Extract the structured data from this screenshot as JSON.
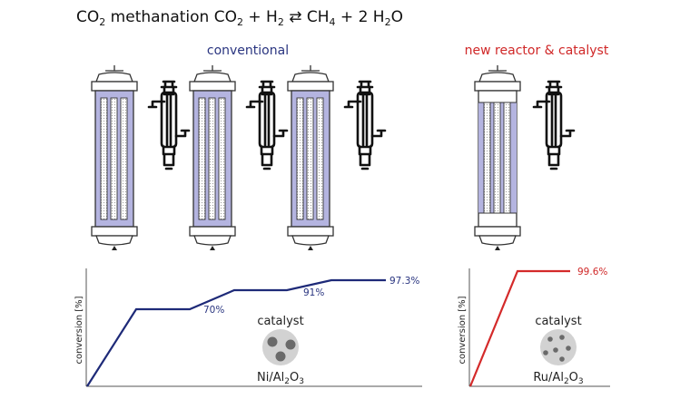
{
  "title": {
    "prefix": "CO",
    "sub1": "2",
    "mid1": " methanation CO",
    "sub2": "2",
    "mid2": " + H",
    "sub3": "2",
    "arrow": " ⇄ ",
    "mid3": "CH",
    "sub4": "4",
    "suffix": " + 2 H",
    "sub5": "2",
    "end": "O"
  },
  "sections": {
    "conventional": {
      "label": "conventional",
      "color": "#2a3580"
    },
    "new": {
      "label": "new reactor & catalyst",
      "color": "#d02828"
    }
  },
  "colors": {
    "catalyst_bed": "#b4b4e0",
    "line_conventional": "#1e2a78",
    "line_new": "#d42a2a",
    "catalyst_disc": "#d2d2d2",
    "particle_dark": "#6a6a6a"
  },
  "left_plot": {
    "ylabel": "conversion [%]",
    "annotations": [
      "70%",
      "91%",
      "97.3%"
    ],
    "catalyst_label": "catalyst",
    "catalyst_name": {
      "base": "Ni/Al",
      "sub1": "2",
      "mid": "O",
      "sub2": "3"
    }
  },
  "right_plot": {
    "ylabel": "conversion [%]",
    "annotations": [
      "99.6%"
    ],
    "catalyst_label": "catalyst",
    "catalyst_name": {
      "base": "Ru/Al",
      "sub1": "2",
      "mid": "O",
      "sub2": "3"
    }
  }
}
